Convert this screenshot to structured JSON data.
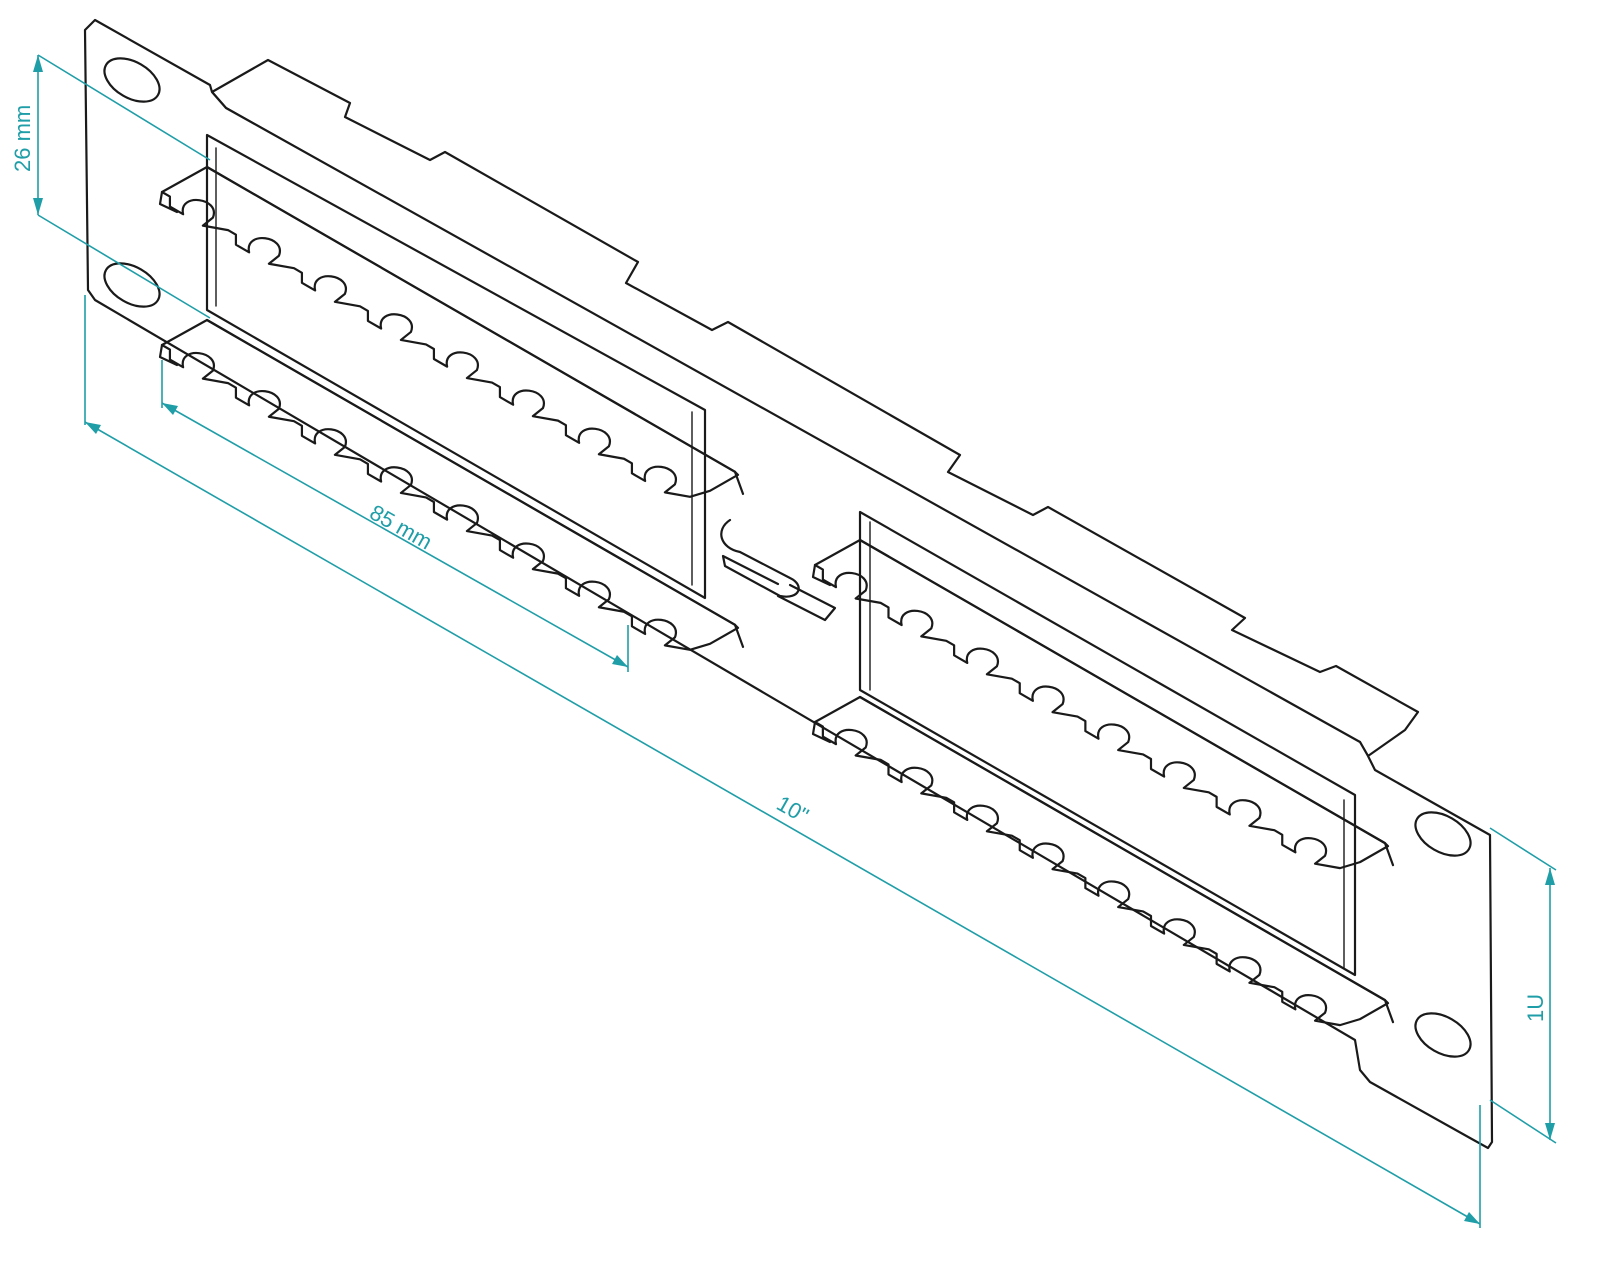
{
  "colors": {
    "line": "#1a1a1a",
    "dimension": "#1f9ea8",
    "background": "#ffffff"
  },
  "dimensions": {
    "hole_spacing": "26 mm",
    "bar_length": "85 mm",
    "panel_width": "10\"",
    "panel_height": "1U"
  }
}
